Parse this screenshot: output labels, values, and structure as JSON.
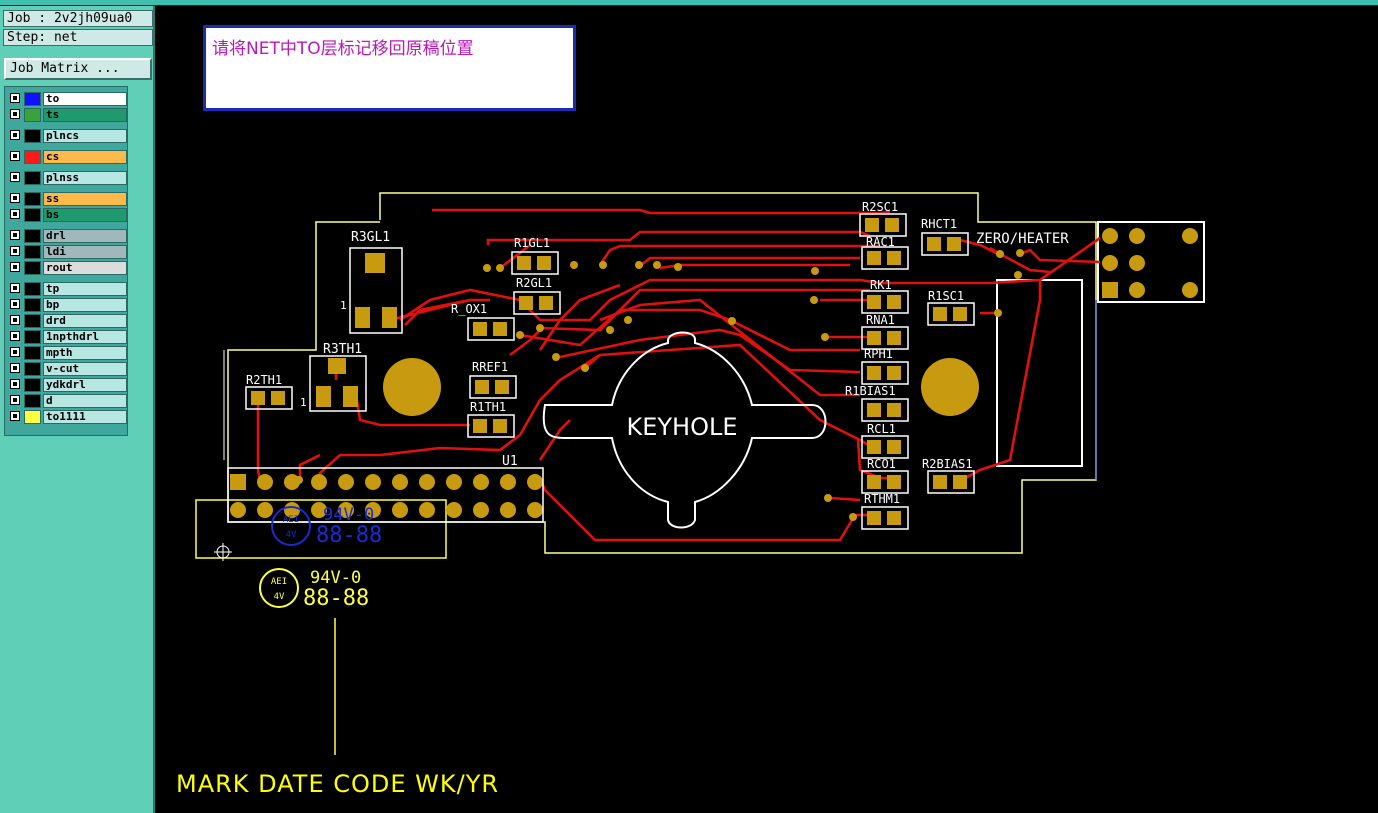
{
  "job": {
    "label": "Job : 2v2jh09ua0",
    "step": "Step: net",
    "matrix_button": "Job Matrix ..."
  },
  "layers": [
    {
      "name": "to",
      "color": "#1010ff",
      "bg": "#ffffff"
    },
    {
      "name": "ts",
      "color": "#3aa23a",
      "bg": "#1e9a6e"
    },
    {
      "name": "plncs",
      "color": "#000000",
      "bg": "#b8e6e2"
    },
    {
      "name": "cs",
      "color": "#ff1a1a",
      "bg": "#ffb84a"
    },
    {
      "name": "plnss",
      "color": "#000000",
      "bg": "#b8e6e2"
    },
    {
      "name": "ss",
      "color": "#000000",
      "bg": "#ffb84a"
    },
    {
      "name": "bs",
      "color": "#000000",
      "bg": "#1e9a6e"
    },
    {
      "name": "drl",
      "color": "#000000",
      "bg": "#a0b8bc"
    },
    {
      "name": "ldi",
      "color": "#000000",
      "bg": "#a0b8bc"
    },
    {
      "name": "rout",
      "color": "#000000",
      "bg": "#dcdcdc"
    },
    {
      "name": "tp",
      "color": "#000000",
      "bg": "#b8e6e2"
    },
    {
      "name": "bp",
      "color": "#000000",
      "bg": "#b8e6e2"
    },
    {
      "name": "drd",
      "color": "#000000",
      "bg": "#b8e6e2"
    },
    {
      "name": "1npthdrl",
      "color": "#000000",
      "bg": "#b8e6e2"
    },
    {
      "name": "mpth",
      "color": "#000000",
      "bg": "#b8e6e2"
    },
    {
      "name": "v-cut",
      "color": "#000000",
      "bg": "#b8e6e2"
    },
    {
      "name": "ydkdrl",
      "color": "#000000",
      "bg": "#b8e6e2"
    },
    {
      "name": "d",
      "color": "#000000",
      "bg": "#b8e6e2"
    },
    {
      "name": "to1111",
      "color": "#ffff40",
      "bg": "#b8e6e2"
    }
  ],
  "note": "请将NET中TO层标记移回原稿位置",
  "pcb": {
    "silk_labels": [
      "R3GL1",
      "R1GL1",
      "R2GL1",
      "R_OX1",
      "RREF1",
      "R1TH1",
      "R3TH1",
      "R2TH1",
      "U1",
      "R2SC1",
      "RHCT1",
      "RAC1",
      "RK1",
      "R1SC1",
      "RNA1",
      "RPH1",
      "R1BIAS1",
      "RCL1",
      "RCO1",
      "R2BIAS1",
      "RTHM1",
      "ZERO/HEATER",
      "KEYHOLE",
      "1",
      "1"
    ],
    "ul_marking": {
      "logo_top": "AEI",
      "logo_bottom": "4V",
      "rating": "94V-0",
      "date": "88-88"
    },
    "ul_marking_blue": {
      "logo_top": "AEI",
      "logo_bottom": "4V",
      "rating": "94V-0",
      "date": "88-88"
    },
    "mark_note": "MARK DATE CODE WK/YR"
  },
  "colors": {
    "silk": "#ffffff",
    "pad": "#c89a10",
    "trace": "#e01010",
    "outline": "#ffff80",
    "blue": "#1a2cd0"
  }
}
